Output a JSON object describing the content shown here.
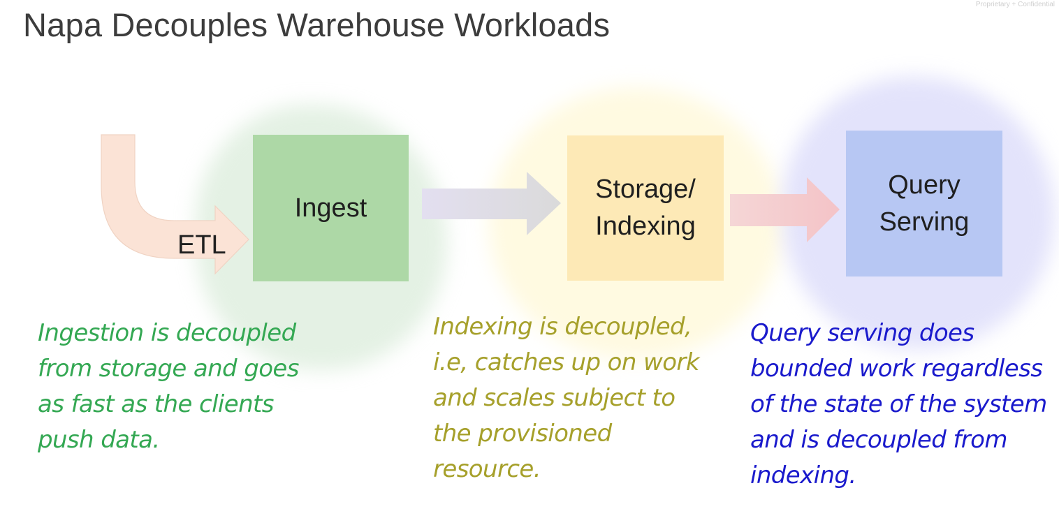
{
  "title": "Napa Decouples Warehouse Workloads",
  "watermark": "Proprietary + Confidential",
  "colors": {
    "ingest_box": "#add8a6",
    "storage_box": "#fde9b6",
    "query_box": "#b7c7f3",
    "ingest_note": "#34a853",
    "index_note": "#a6a02b",
    "query_note": "#1a1acc"
  },
  "diagram": {
    "etl_label": "ETL",
    "ingest_label": "Ingest",
    "storage_label_lines": [
      "Storage/",
      "Indexing"
    ],
    "query_label_lines": [
      "Query",
      "Serving"
    ]
  },
  "notes": {
    "ingest_lines": [
      "Ingestion is decoupled",
      "from storage and  goes",
      "as fast as the clients",
      "push data."
    ],
    "index_lines": [
      "Indexing is decoupled,",
      "i.e, catches up on work",
      "and scales subject to",
      "the provisioned",
      "resource."
    ],
    "query_lines": [
      "Query serving does",
      "bounded work regardless",
      "of the state of the system",
      "and is decoupled from",
      "indexing."
    ]
  }
}
